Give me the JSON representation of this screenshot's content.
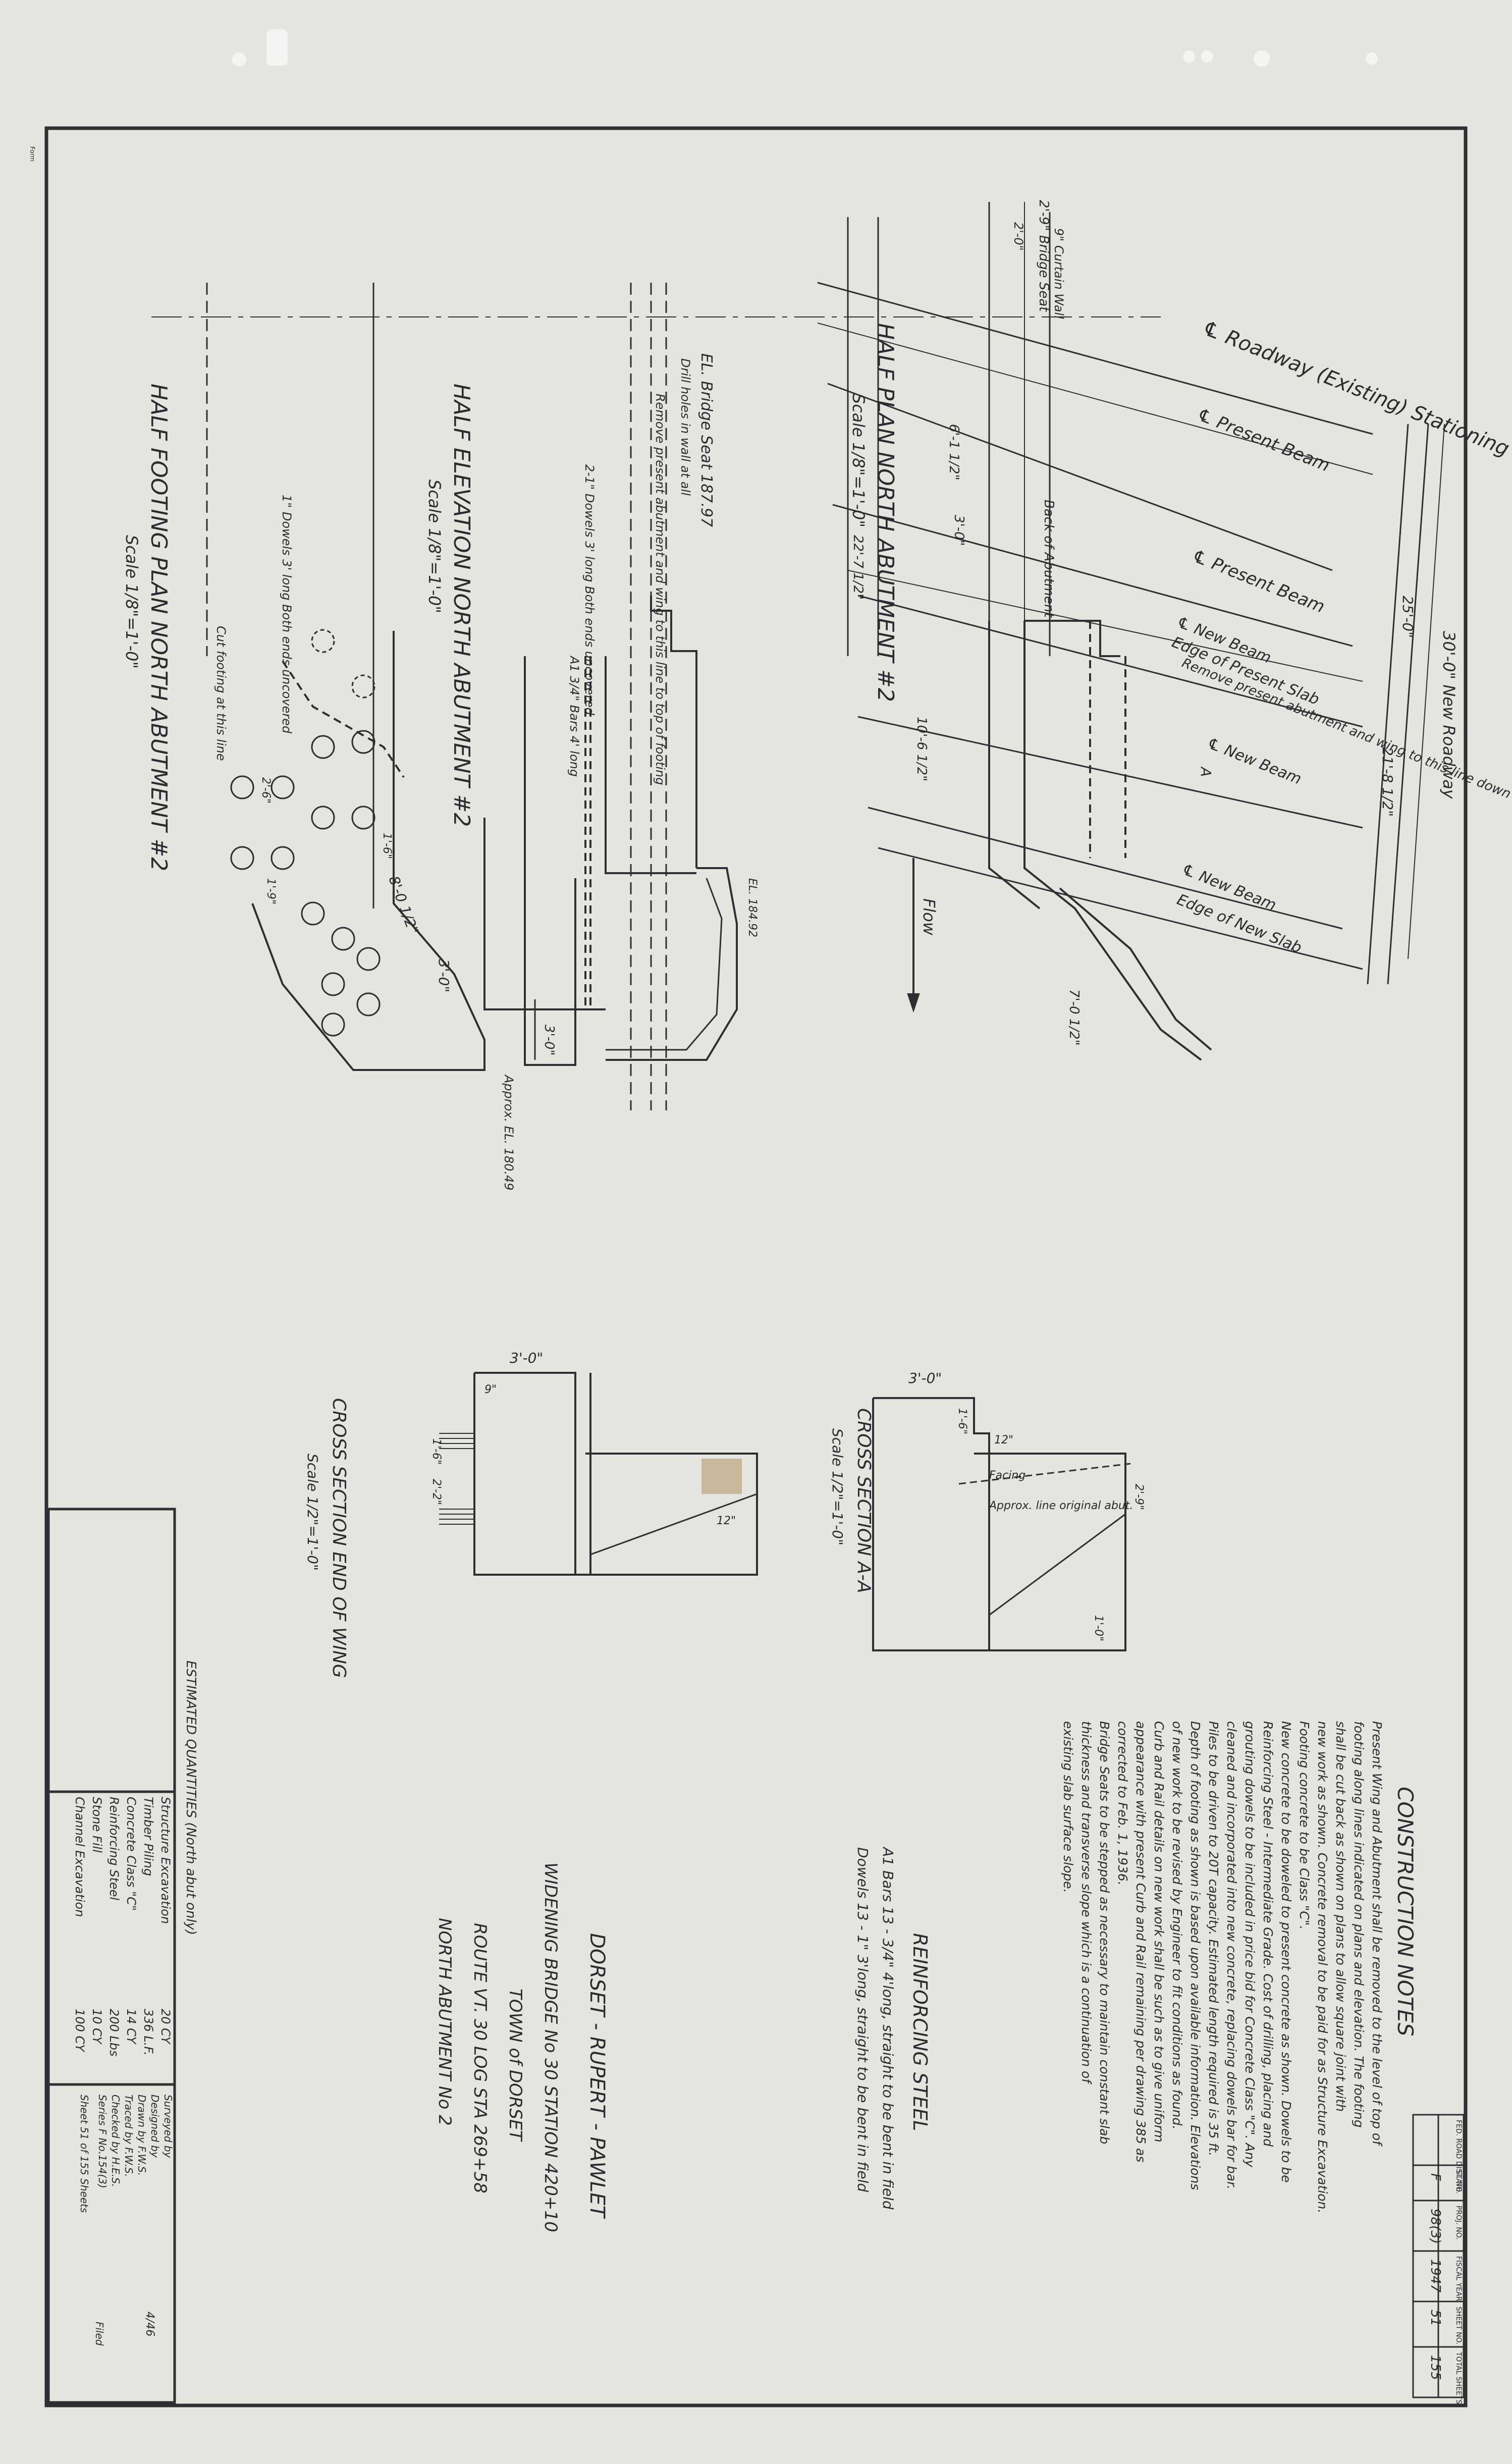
{
  "title_block": {
    "project_line1": "DORSET - RUPERT - PAWLET",
    "project_line2": "WIDENING BRIDGE   No 30   STATION 420+10",
    "project_line3": "TOWN of DORSET",
    "project_line4": "ROUTE VT. 30   LOG STA 269+58",
    "project_line5": "NORTH ABUTMENT   No 2"
  },
  "credits": {
    "surveyed": "Surveyed by",
    "designed": "Designed by",
    "drawn": "Drawn by F.W.S.",
    "traced": "Traced by F.W.S.",
    "checked": "Checked by H.E.S.",
    "series": "Series F   No.154(3)",
    "sheet": "Sheet 51 of 155 Sheets",
    "filed": "Filed",
    "date": "4/46"
  },
  "header_box": {
    "labels": [
      "FED. ROAD DIST. NO.",
      "STATE",
      "PROJ. NO.",
      "FISCAL YEAR",
      "SHEET NO.",
      "TOTAL SHEETS"
    ],
    "values": [
      "",
      "F",
      "98(3)",
      "1947",
      "51",
      "155"
    ]
  },
  "quantities": {
    "heading": "ESTIMATED QUANTITIES (North abut only)",
    "items": [
      {
        "item": "Structure Excavation",
        "qty": "20 CY"
      },
      {
        "item": "Timber Piling",
        "qty": "336 L.F."
      },
      {
        "item": "Concrete Class \"C\"",
        "qty": "14 CY"
      },
      {
        "item": "Reinforcing Steel",
        "qty": "200 Lbs"
      },
      {
        "item": "Stone Fill",
        "qty": "10 CY"
      },
      {
        "item": "Channel Excavation",
        "qty": "100 CY"
      }
    ]
  },
  "notes": {
    "heading": "CONSTRUCTION NOTES",
    "lines": [
      "Present Wing and Abutment shall be removed to the level of top of",
      "footing along lines indicated on plans and elevation. The footing",
      "shall be cut back as shown on plans to allow square joint with",
      "new work as shown. Concrete removal to be paid for as Structure Excavation.",
      "Footing concrete to be Class \"C\".",
      "New concrete to be doweled to present concrete as shown. Dowels to be",
      "Reinforcing Steel - Intermediate Grade. Cost of drilling, placing and",
      "grouting dowels to be included in price bid for Concrete Class \"C\". Any",
      "cleaned and incorporated into new concrete, replacing dowels bar for bar.",
      "Piles to be driven to 20T capacity. Estimated length required is 35 ft.",
      "Depth of footing as shown is based upon available information. Elevations",
      "of new work to be revised by Engineer to fit conditions as found.",
      "Curb and Rail details on new work shall be such as to give uniform",
      "appearance with present Curb and Rail remaining per drawing 385 as",
      "corrected to Feb. 1, 1936.",
      "Bridge Seats to be stepped as necessary to maintain constant slab",
      "thickness and transverse slope which is a continuation of",
      "existing slab surface slope."
    ]
  },
  "reinforcing": {
    "heading": "REINFORCING STEEL",
    "line1": "A1 Bars 13 - 3/4\" 4'long, straight to be bent in field",
    "line2": "Dowels 13 - 1\" 3'long, straight to be bent in field"
  },
  "views": {
    "half_plan": {
      "title": "HALF PLAN NORTH ABUTMENT #2",
      "scale": "Scale 1/8\"=1'-0\""
    },
    "half_elevation": {
      "title": "HALF ELEVATION NORTH ABUTMENT #2",
      "scale": "Scale 1/8\"=1'-0\""
    },
    "half_footing": {
      "title": "HALF FOOTING PLAN NORTH ABUTMENT #2",
      "scale": "Scale 1/8\"=1'-0\""
    },
    "section_aa": {
      "title": "CROSS SECTION A-A",
      "scale": "Scale 1/2\"=1'-0\""
    },
    "section_end_wing": {
      "title": "CROSS SECTION END OF WING",
      "scale": "Scale 1/2\"=1'-0\""
    }
  },
  "plan_labels": {
    "bridge_seat": "2'-9\" Bridge Seat",
    "dim_2_0": "2'-0\"",
    "curtain_wall": "9\" Curtain Wall",
    "roadway": "℄ Roadway (Existing) Stationing",
    "present_beam_1": "℄ Present Beam",
    "present_beam_2": "℄ Present Beam",
    "new_beam_1": "℄ New Beam",
    "new_beam_2": "℄ New Beam",
    "new_beam_3": "℄ New Beam",
    "edge_present_slab": "Edge of Present Slab",
    "remove_note": "Remove present abutment and wing to this line down to footing",
    "edge_new_slab": "Edge of New Slab",
    "new_roadway": "30'-0\" New Roadway",
    "dim_25": "25'-0\"",
    "dim_21": "21'-8 1/2\"",
    "back_abutment": "Back of Abutment",
    "dim_22": "22'-7 1/2\"",
    "dim_6": "6'-1 1/2\"",
    "dim_10": "10'-6 1/2\"",
    "dim_7": "7'-0 1/2\"",
    "dim_3": "3'-0\"",
    "flow": "Flow",
    "section_a": "A"
  },
  "elevation_labels": {
    "bridge_seat_el": "EL. Bridge Seat 187.97",
    "drill_holes": "Drill holes in wall at all",
    "remove_present": "Remove present abutment and wing to this line to top of footing",
    "dowels": "2-1\" Dowels 3' long Both ends uncovered",
    "a1_bars": "A1 3/4\" Bars 4' long",
    "el_184": "EL. 184.92",
    "approx_el": "Approx. EL. 180.49",
    "dim_3_0": "3'-0\""
  },
  "footing_labels": {
    "dowels": "1\" Dowels 3' long Both ends uncovered",
    "cut_footing": "Cut footing at this line",
    "dim_8": "8'-0 1/2\"",
    "dim_3": "3'-0\"",
    "dim_1_6": "1'-6\"",
    "dim_2_6": "2'-6\"",
    "dim_1_9": "1'-9\""
  },
  "section_labels": {
    "dim_3_0": "3'-0\"",
    "dim_9": "9\"",
    "dim_1_6": "1'-6\"",
    "dim_2_9": "2'-9\"",
    "dim_12": "12\"",
    "dim_1_0": "1'-0\"",
    "facing": "Facing",
    "approx_line": "Approx. line original abut.",
    "dim_2_2": "2'-2\""
  },
  "stamps": {
    "edge_mark": "Form"
  }
}
